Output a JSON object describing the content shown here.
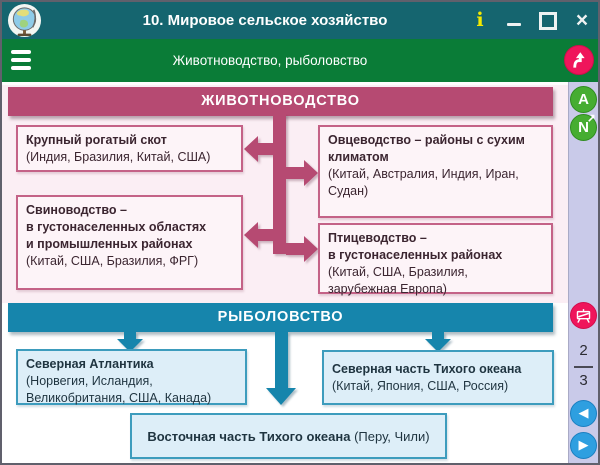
{
  "titlebar": {
    "title": "10. Мировое сельское хозяйство",
    "info_glyph": "i",
    "close_glyph": "×"
  },
  "menubar": {
    "subtitle": "Животноводство, рыболовство"
  },
  "diagram": {
    "livestock": {
      "header": "ЖИВОТНОВОДСТВО",
      "boxes": [
        {
          "title": "Крупный рогатый скот",
          "detail": "(Индия, Бразилия, Китай, США)"
        },
        {
          "title": "Овцеводство – районы с сухим\nклиматом",
          "detail": "(Китай, Австралия, Индия, Иран,\nСудан)"
        },
        {
          "title": "Свиноводство –\nв густонаселенных областях\nи промышленных районах",
          "detail": "(Китай, США, Бразилия, ФРГ)"
        },
        {
          "title": "Птицеводство –\nв густонаселенных районах",
          "detail": "(Китай, США, Бразилия,\nзарубежная Европа)"
        }
      ]
    },
    "fishing": {
      "header": "РЫБОЛОВСТВО",
      "boxes": [
        {
          "title": "Северная Атлантика",
          "detail": "(Норвегия, Исландия,\nВеликобритания, США, Канада)"
        },
        {
          "title": "Северная часть Тихого океана",
          "detail": "(Китай, Япония, США, Россия)"
        },
        {
          "title": "Восточная часть Тихого океана",
          "detail": " (Перу, Чили)"
        }
      ]
    }
  },
  "sidebar": {
    "a_button_label": "A",
    "n_button_label": "N",
    "page_current": "2",
    "page_total": "3"
  },
  "colors": {
    "titlebar": "#15656f",
    "menubar_green": "#0a7c37",
    "accent_crimson": "#b64a72",
    "accent_teal": "#1685ac",
    "button_pink": "#ef155b",
    "button_green": "#46ad31",
    "button_blue": "#2e9fe0",
    "sidebar_bg": "#c9cae9",
    "livestock_bg": "#fbeef4",
    "fishing_bg": "#e2f1f9"
  }
}
